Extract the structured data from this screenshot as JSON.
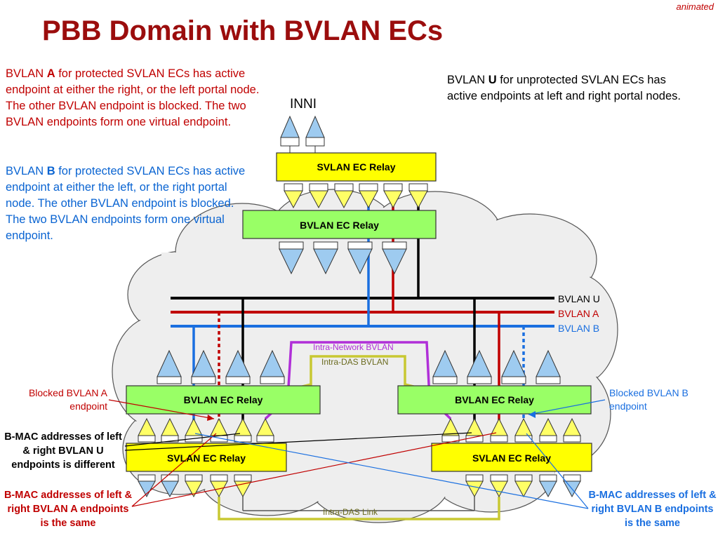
{
  "header": {
    "title": "PBB Domain with BVLAN ECs",
    "animated_tag": "animated"
  },
  "left_text": {
    "a_prefix": "BVLAN ",
    "a_letter": "A",
    "a_body": " for protected SVLAN ECs has active endpoint at either the right, or the left portal node. The other BVLAN endpoint is blocked. The two BVLAN endpoints form one virtual endpoint.",
    "b_prefix": "BVLAN ",
    "b_letter": "B",
    "b_body": " for protected SVLAN ECs has active endpoint at either the left, or the right portal node. The other BVLAN endpoint is blocked. The two BVLAN endpoints form one virtual endpoint."
  },
  "right_text": {
    "u_prefix": "BVLAN ",
    "u_letter": "U",
    "u_body": " for unprotected SVLAN ECs has active endpoints at left and right portal nodes."
  },
  "labels": {
    "inni": "INNI",
    "svlan_relay": "SVLAN EC Relay",
    "bvlan_relay": "BVLAN EC Relay",
    "bvlan_u": "BVLAN U",
    "bvlan_a": "BVLAN A",
    "bvlan_b": "BVLAN B",
    "intra_network_bvlan": "Intra-Network BVLAN",
    "intra_das_bvlan": "Intra-DAS BVLAN",
    "intra_das_link": "Intra-DAS Link"
  },
  "annotations": {
    "blocked_a": "Blocked BVLAN A endpoint",
    "blocked_b": "Blocked BVLAN B endpoint",
    "bmac_u": "B-MAC addresses of left & right BVLAN U endpoints is different",
    "bmac_a": "B-MAC addresses of left & right BVLAN A endpoints is the same",
    "bmac_b": "B-MAC addresses of left & right BVLAN B endpoints is the same"
  },
  "colors": {
    "title": "#9b0d0d",
    "bvlan_u": "#000000",
    "bvlan_a": "#c00000",
    "bvlan_b": "#1a6fe0",
    "intra_network": "#b02fd8",
    "intra_das": "#c8c832",
    "relay_yellow": "#ffff00",
    "relay_green": "#99ff66",
    "cloud": "#eeeeee"
  }
}
